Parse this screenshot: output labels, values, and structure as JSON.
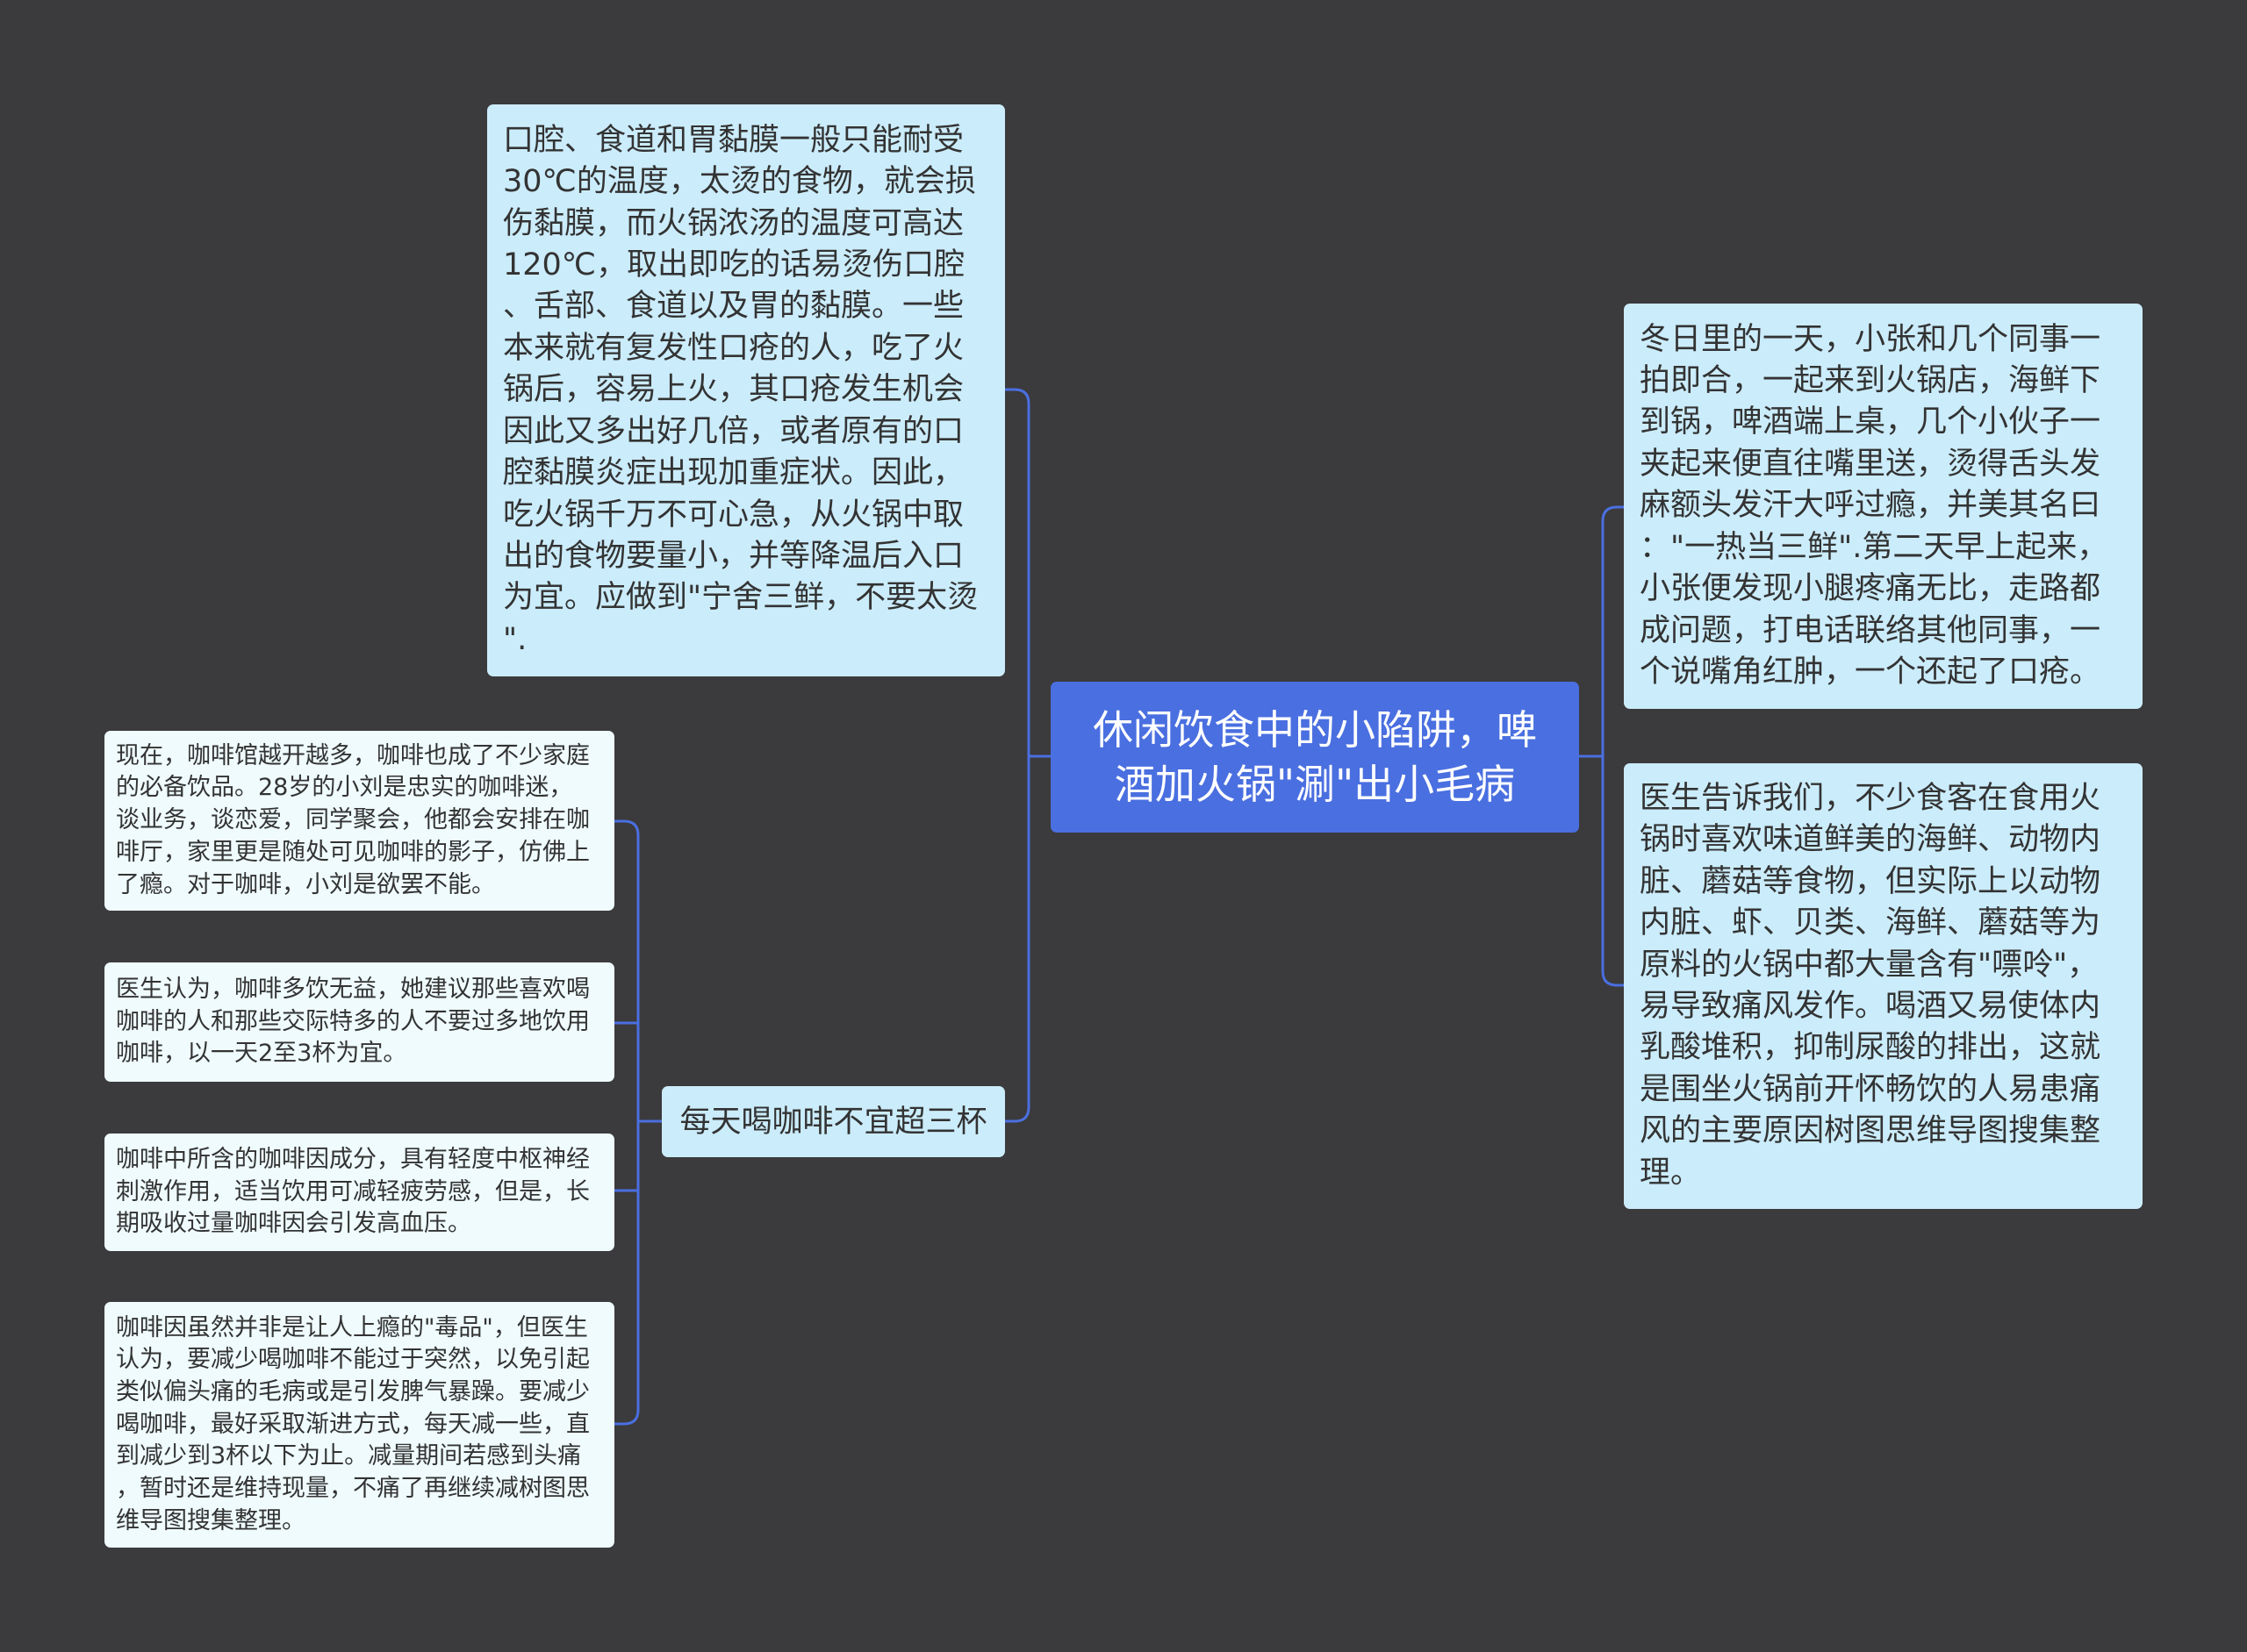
{
  "central_topic": {
    "lines": [
      "休闲饮食中的小陷阱，啤",
      "酒加火锅\"涮\"出小毛病"
    ]
  },
  "left_branch": {
    "detail": {
      "lines": [
        "口腔、食道和胃黏膜一般只能耐受",
        "30℃的温度，太烫的食物，就会损",
        "伤黏膜，而火锅浓汤的温度可高达",
        "120℃，取出即吃的话易烫伤口腔",
        "、舌部、食道以及胃的黏膜。一些",
        "本来就有复发性口疮的人，吃了火",
        "锅后，容易上火，其口疮发生机会",
        "因此又多出好几倍，或者原有的口",
        "腔黏膜炎症出现加重症状。因此，",
        "吃火锅千万不可心急，从火锅中取",
        "出的食物要量小，并等降温后入口",
        "为宜。应做到\"宁舍三鲜，不要太烫",
        "\"."
      ]
    },
    "coffee_topic": {
      "label": "每天喝咖啡不宜超三杯",
      "notes": [
        {
          "lines": [
            "现在，咖啡馆越开越多，咖啡也成了不少家庭",
            "的必备饮品。28岁的小刘是忠实的咖啡迷，",
            "谈业务，谈恋爱，同学聚会，他都会安排在咖",
            "啡厅，家里更是随处可见咖啡的影子，仿佛上",
            "了瘾。对于咖啡，小刘是欲罢不能。"
          ]
        },
        {
          "lines": [
            "医生认为，咖啡多饮无益，她建议那些喜欢喝",
            "咖啡的人和那些交际特多的人不要过多地饮用",
            "咖啡，以一天2至3杯为宜。"
          ]
        },
        {
          "lines": [
            "咖啡中所含的咖啡因成分，具有轻度中枢神经",
            "刺激作用，适当饮用可减轻疲劳感，但是，长",
            "期吸收过量咖啡因会引发高血压。"
          ]
        },
        {
          "lines": [
            "咖啡因虽然并非是让人上瘾的\"毒品\"，但医生",
            "认为，要减少喝咖啡不能过于突然，以免引起",
            "类似偏头痛的毛病或是引发脾气暴躁。要减少",
            "喝咖啡，最好采取渐进方式，每天减一些，直",
            "到减少到3杯以下为止。减量期间若感到头痛",
            "，暂时还是维持现量，不痛了再继续减树图思",
            "维导图搜集整理。"
          ]
        }
      ]
    }
  },
  "right_branch": {
    "notes": [
      {
        "lines": [
          "冬日里的一天，小张和几个同事一",
          "拍即合，一起来到火锅店，海鲜下",
          "到锅，啤酒端上桌，几个小伙子一",
          "夹起来便直往嘴里送，烫得舌头发",
          "麻额头发汗大呼过瘾，并美其名曰",
          "：\"一热当三鲜\".第二天早上起来，",
          "小张便发现小腿疼痛无比，走路都",
          "成问题，打电话联络其他同事，一",
          "个说嘴角红肿，一个还起了口疮。"
        ]
      },
      {
        "lines": [
          "医生告诉我们，不少食客在食用火",
          "锅时喜欢味道鲜美的海鲜、动物内",
          "脏、蘑菇等食物，但实际上以动物",
          "内脏、虾、贝类、海鲜、蘑菇等为",
          "原料的火锅中都大量含有\"嘌呤\"，",
          "易导致痛风发作。喝酒又易使体内",
          "乳酸堆积，抑制尿酸的排出，这就",
          "是围坐火锅前开怀畅饮的人易患痛",
          "风的主要原因树图思维导图搜集整",
          "理。"
        ]
      }
    ]
  },
  "colors": {
    "background": "#3b3a3c",
    "central": "#4a6fe0",
    "topic": "#cbecfb",
    "note": "#effbfd",
    "connector": "#4a6fe0",
    "text": "#333333",
    "central_text": "#ffffff"
  }
}
